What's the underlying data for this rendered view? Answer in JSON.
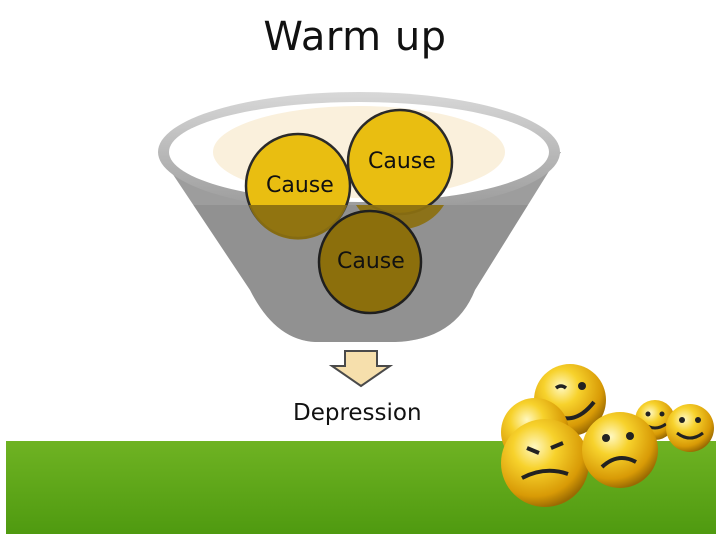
{
  "slide": {
    "title": "Warm up"
  },
  "funnel": {
    "causes": [
      "Cause",
      "Cause",
      "Cause"
    ],
    "result": "Depression"
  },
  "decoration": {
    "image": "emoji-smiley-balls",
    "band_color": "#5aa51a"
  }
}
